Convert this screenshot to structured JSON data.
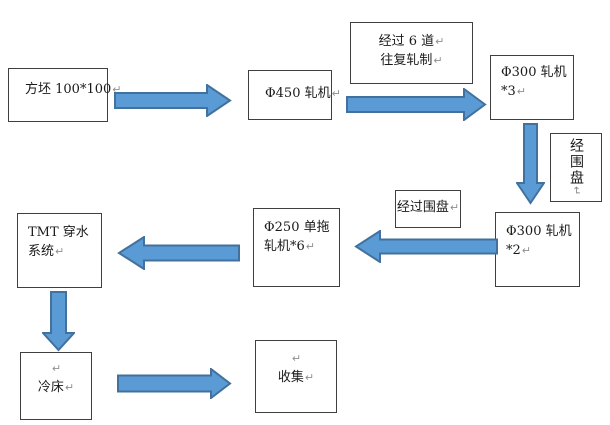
{
  "diagram_title": "billet rolling process flowchart",
  "colors": {
    "arrow_fill": "#5b9bd5",
    "arrow_stroke": "#41719c",
    "box_border": "#3f3f3f",
    "text_color": "#1a1a1a",
    "mark_color": "#8f8f8f",
    "page_bg": "#ffffff"
  },
  "marks": {
    "cr": "↵"
  },
  "boxes": {
    "billet": {
      "line1": "方坯 100*100"
    },
    "mill450": {
      "line1": "Φ450 轧机"
    },
    "note_6pass": {
      "line1": "经过 6 道",
      "line2": "往复轧制"
    },
    "mill300x3": {
      "line1": "Φ300 轧机",
      "line2": "*3"
    },
    "loop_disc_vertical": {
      "text": "经围盘"
    },
    "mill300x2": {
      "line1": "Φ300 轧机",
      "line2": "*2"
    },
    "loop_disc": {
      "line1": "经过围盘"
    },
    "mill250": {
      "line1": "Φ250 单拖",
      "line2": "轧机*6"
    },
    "tmt": {
      "line1": "TMT 穿水",
      "line2": "系统"
    },
    "cooling_bed": {
      "line1": "冷床"
    },
    "collect": {
      "line1": "收集"
    }
  }
}
